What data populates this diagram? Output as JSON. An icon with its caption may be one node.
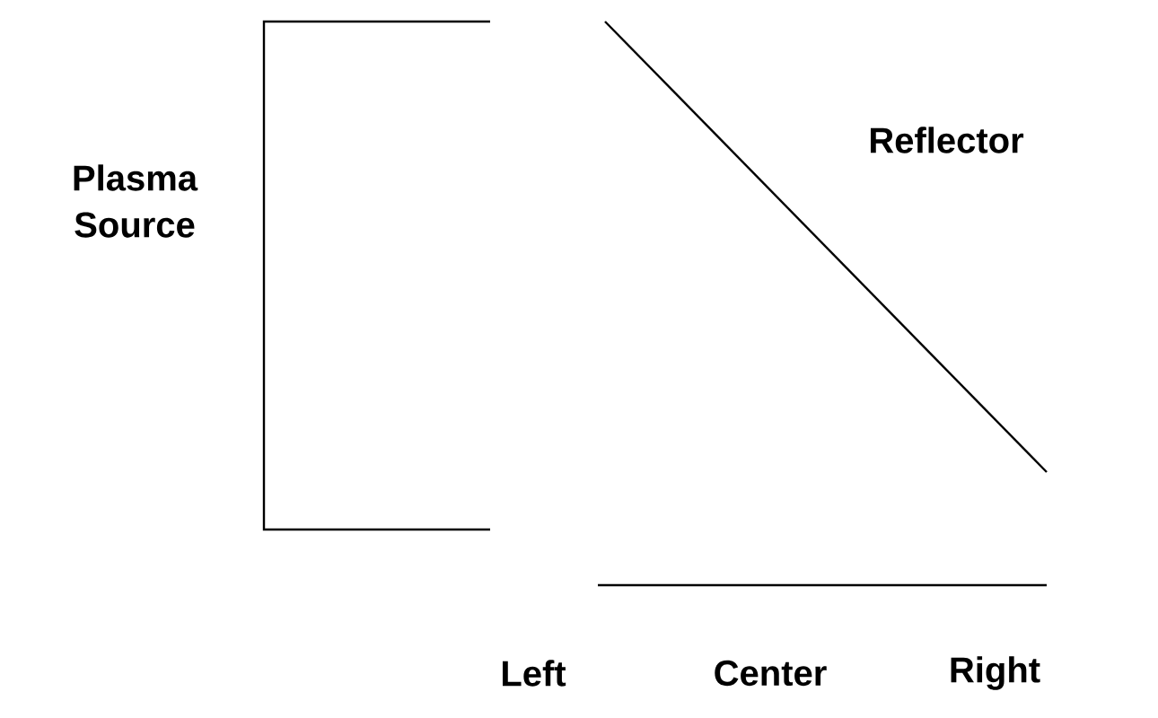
{
  "diagram": {
    "labels": [
      "Plasma Source",
      "Reflector",
      "Left",
      "Center",
      "Right"
    ]
  }
}
